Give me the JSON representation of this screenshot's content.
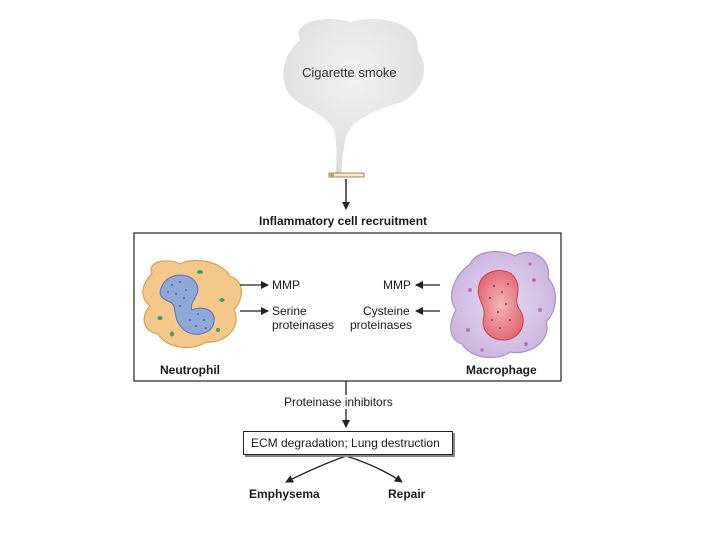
{
  "labels": {
    "smoke": "Cigarette smoke",
    "recruitment": "Inflammatory cell recruitment",
    "neutrophil": "Neutrophil",
    "macrophage": "Macrophage",
    "mmp_left": "MMP",
    "serine": "Serine",
    "proteinases_left": "proteinases",
    "mmp_right": "MMP",
    "cysteine": "Cysteine",
    "proteinases_right": "proteinases",
    "inhibitors": "Proteinase inhibitors",
    "ecm": "ECM degradation; Lung destruction",
    "emphysema": "Emphysema",
    "repair": "Repair"
  },
  "colors": {
    "neutrophil_cytoplasm": "#f4c88a",
    "neutrophil_nucleus": "#8fa6d8",
    "neutrophil_granule": "#3fa060",
    "macrophage_cytoplasm": "#d8c8e8",
    "macrophage_nucleus": "#e87c86",
    "smoke": "#e8e8e8",
    "line": "#222222"
  }
}
